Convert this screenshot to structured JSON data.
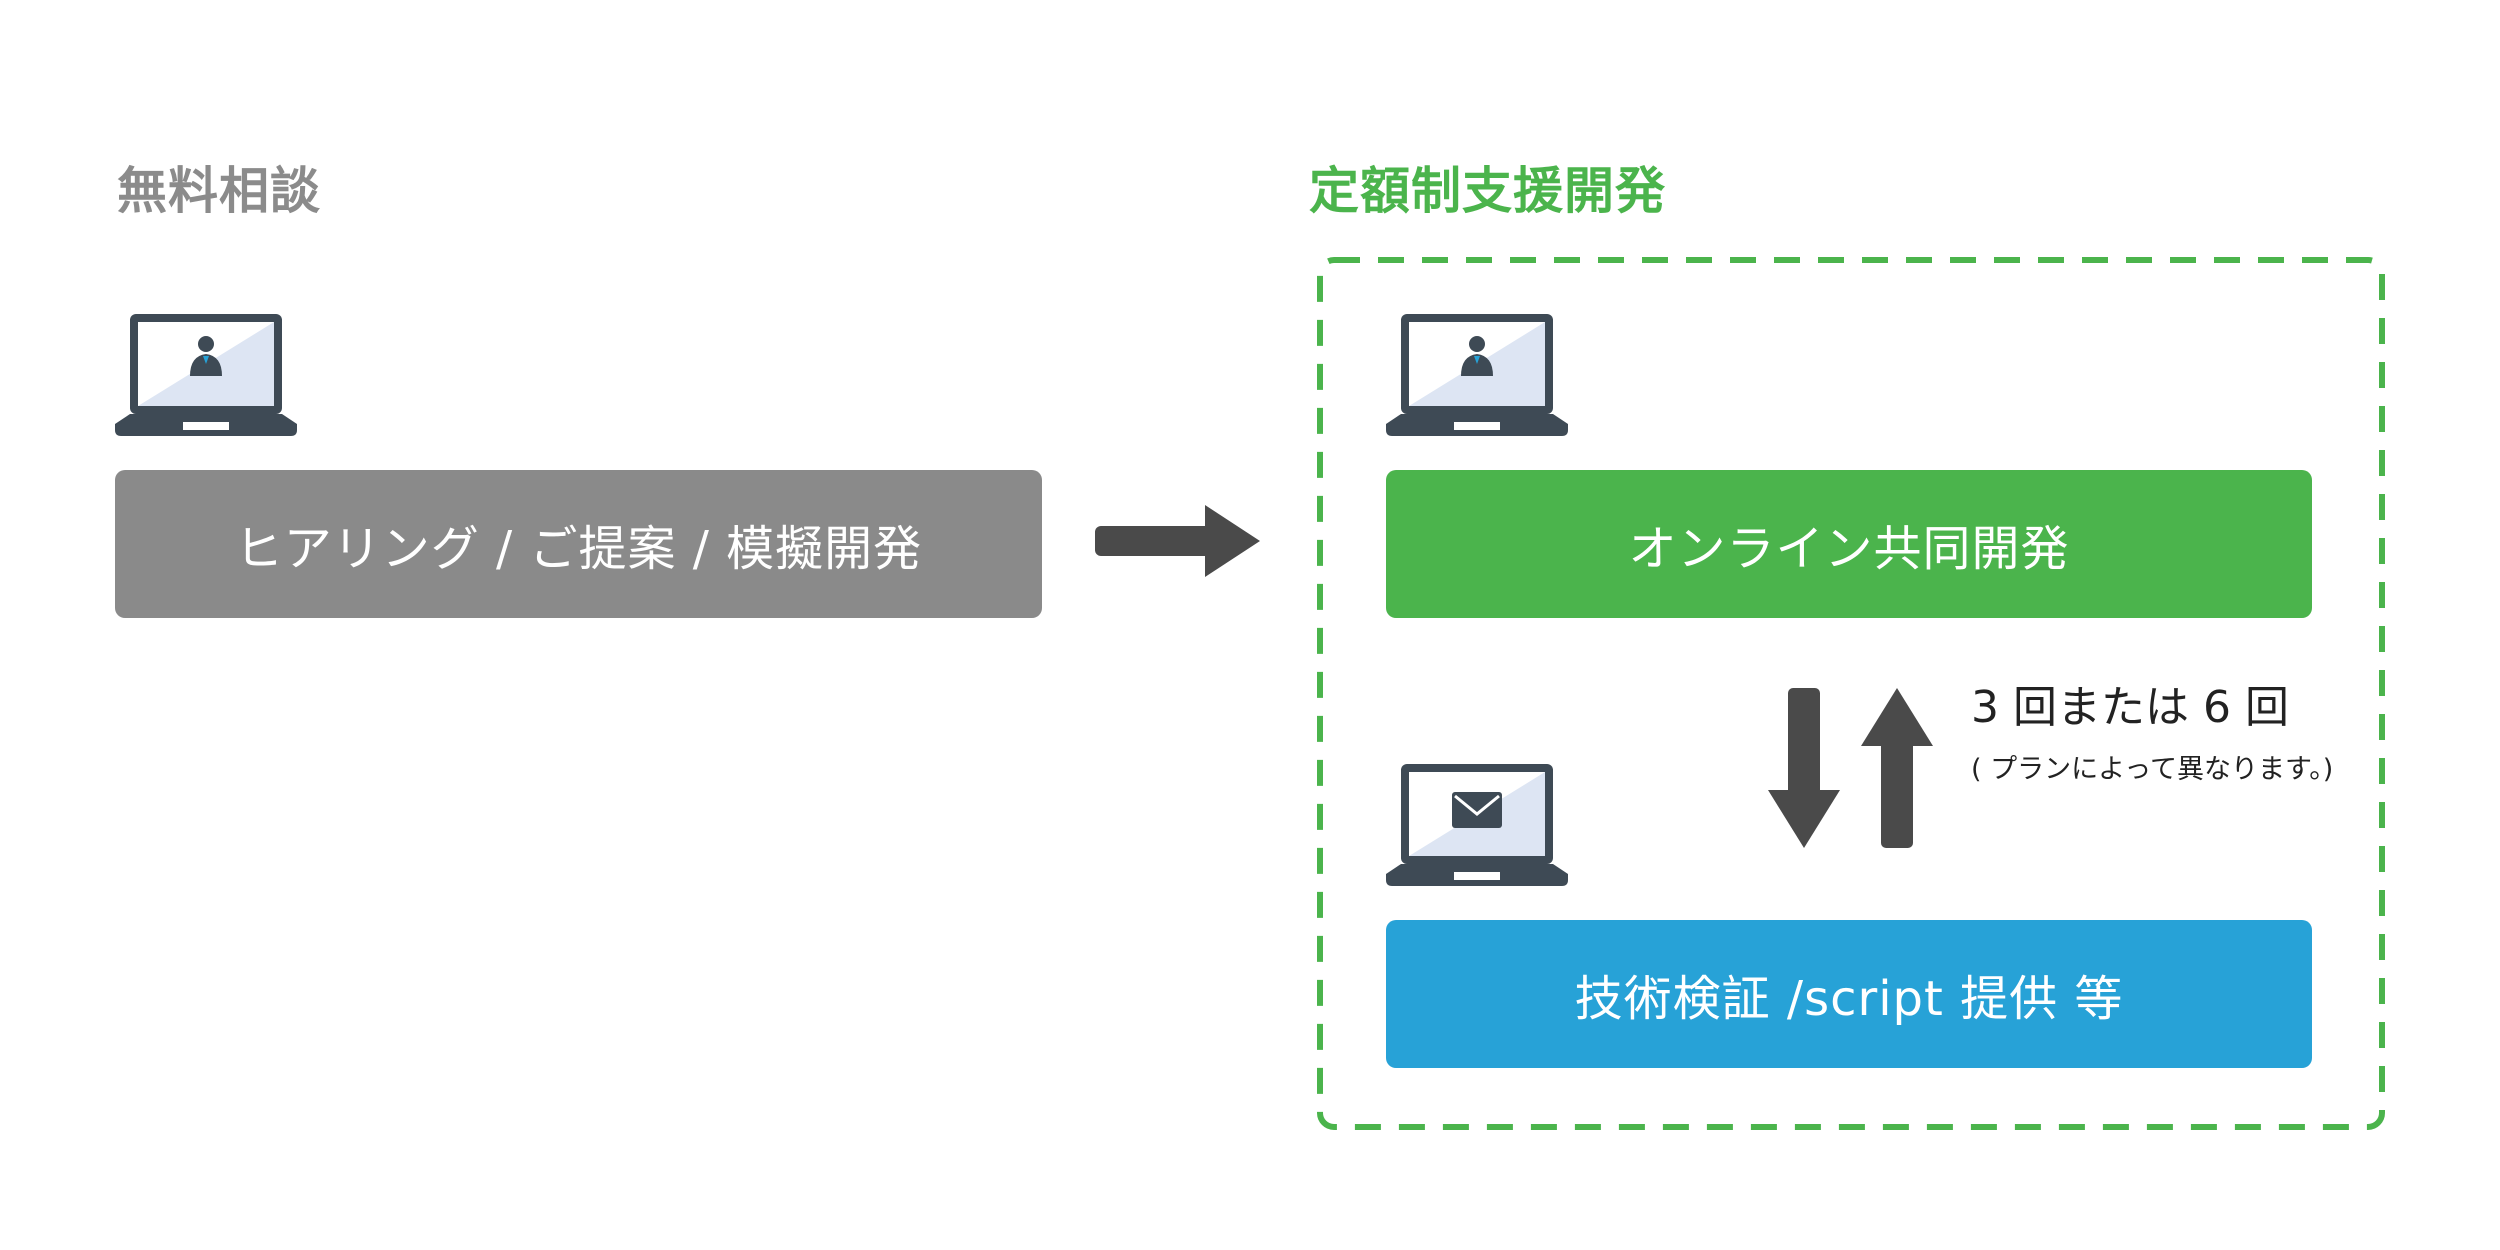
{
  "sections": {
    "free_consultation": {
      "title": "無料相談",
      "step_label": "ヒアリング / ご提案 / 模擬開発",
      "icon": "laptop-person-icon",
      "box_color": "#8a8a8a",
      "title_color": "#8b8b8b"
    },
    "fixed_fee_development": {
      "title": "定額制支援開発",
      "title_color": "#4bb44c",
      "frame_color": "#4bb44c",
      "online_step": {
        "label": "オンライン共同開発",
        "icon": "laptop-person-icon",
        "box_color": "#4bb44c"
      },
      "tech_step": {
        "label": "技術検証 /script 提供 等",
        "icon": "laptop-mail-icon",
        "box_color": "#27a2d7"
      },
      "cycle": {
        "count_text": "3 回または 6 回",
        "note_text": "( プランによって異なります。)"
      }
    }
  },
  "colors": {
    "arrow": "#4a4a4a",
    "laptop_body": "#3e4a55",
    "laptop_screen": "#dde5f3"
  }
}
